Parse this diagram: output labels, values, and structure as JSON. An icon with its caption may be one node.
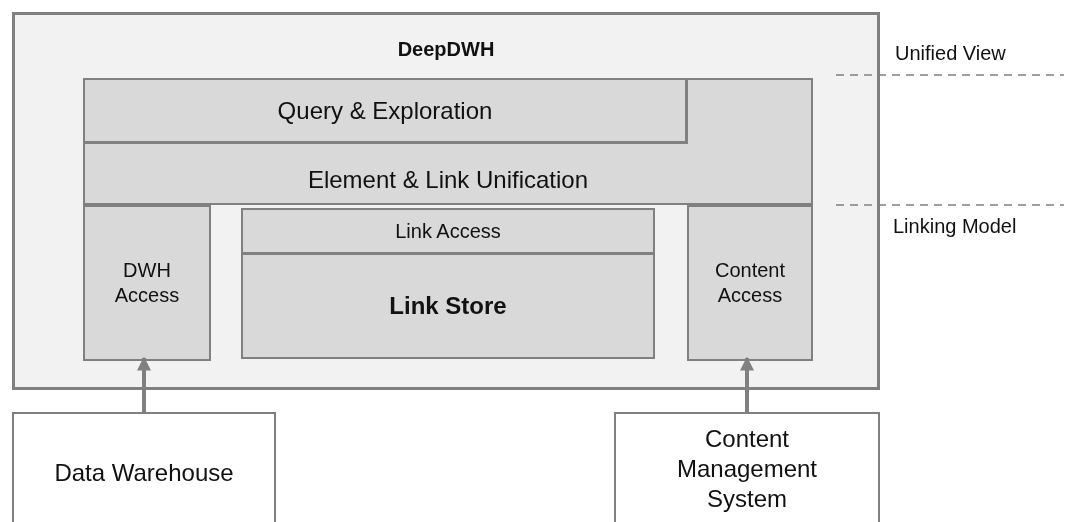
{
  "diagram": {
    "nodes": [
      {
        "text": [
          "DeepDWH"
        ]
      },
      {
        "text": [
          "Element & Link Unification"
        ],
        "in": 0
      },
      {
        "text": [
          "Query & Exploration"
        ],
        "in": 1
      },
      {
        "text": [
          "DWH Access"
        ],
        "in": 0
      },
      {
        "text": [
          "Link Access"
        ],
        "in": 0
      },
      {
        "text": [
          "Link Store"
        ],
        "in": 0
      },
      {
        "text": [
          "Content Access"
        ],
        "in": 0
      },
      {
        "text": [
          "Data Warehouse"
        ]
      },
      {
        "text": [
          "Content Management System"
        ]
      }
    ],
    "edges": [
      {
        "from": 7,
        "to": 3,
        "arrow": "to"
      },
      {
        "from": 8,
        "to": 6,
        "arrow": "to"
      }
    ],
    "labels": [
      "Unified View",
      "Linking Model"
    ]
  }
}
